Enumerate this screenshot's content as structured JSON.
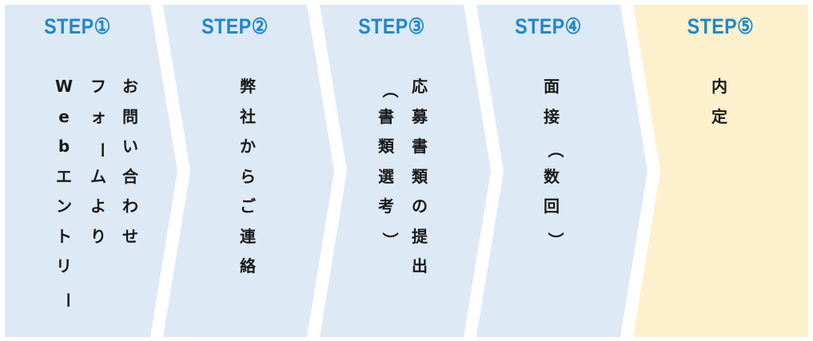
{
  "colors": {
    "step_bg": "#dde9f5",
    "final_bg": "#fdf0cc",
    "title": "#1f88c9",
    "text": "#1a1a1a"
  },
  "steps": [
    {
      "title": "STEP①",
      "columns": [
        "お問い合わせ",
        "フォームより",
        "Webエントリー"
      ]
    },
    {
      "title": "STEP②",
      "columns": [
        "弊社からご連絡"
      ]
    },
    {
      "title": "STEP③",
      "columns": [
        "応募書類の提出",
        "（書類選考）"
      ]
    },
    {
      "title": "STEP④",
      "columns": [
        "面接（数回）"
      ]
    },
    {
      "title": "STEP⑤",
      "columns": [
        "内定"
      ]
    }
  ]
}
